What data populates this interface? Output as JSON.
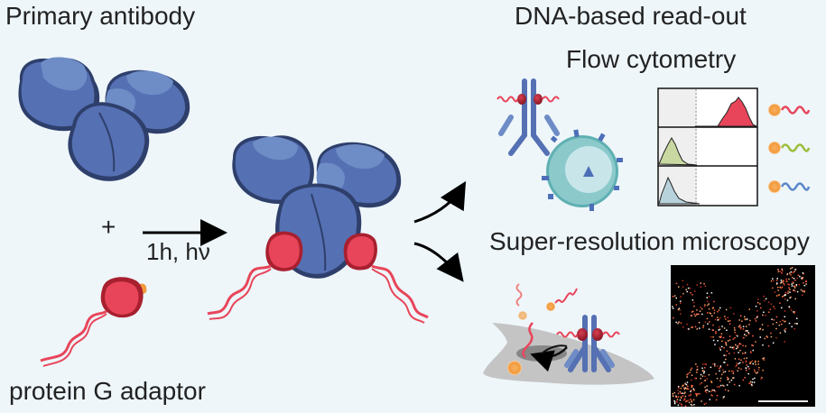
{
  "labels": {
    "primary_antibody": "Primary antibody",
    "plus": "+",
    "reaction_condition": "1h, hν",
    "protein_g_adaptor": "protein G adaptor",
    "readout_title": "DNA-based read-out",
    "flow_cytometry": "Flow cytometry",
    "super_resolution": "Super-resolution microscopy"
  },
  "colors": {
    "background": "#eef6fa",
    "antibody_blue": "#5570b3",
    "antibody_light": "#6e8cc6",
    "antibody_dark": "#2e3f6b",
    "protein_g_red": "#e8455a",
    "protein_g_dark": "#a8202f",
    "dna_red": "#e8455a",
    "dna_green": "#9bbd3a",
    "dna_blue": "#5a86c8",
    "fluorophore_orange": "#f5a04a",
    "cell_teal": "#7fc2c4",
    "histogram_red": "#e8455a",
    "histogram_green": "#c8d8a0",
    "histogram_blue": "#b8d2dc",
    "microscopy_bg": "#000000"
  },
  "flow_histograms": [
    {
      "name": "red-probe",
      "peak_position": "high"
    },
    {
      "name": "green-probe",
      "peak_position": "low"
    },
    {
      "name": "blue-probe",
      "peak_position": "low"
    }
  ],
  "legend_probes": [
    {
      "name": "red-dna-probe",
      "color": "#e8455a"
    },
    {
      "name": "green-dna-probe",
      "color": "#9bbd3a"
    },
    {
      "name": "blue-dna-probe",
      "color": "#5a86c8"
    }
  ]
}
